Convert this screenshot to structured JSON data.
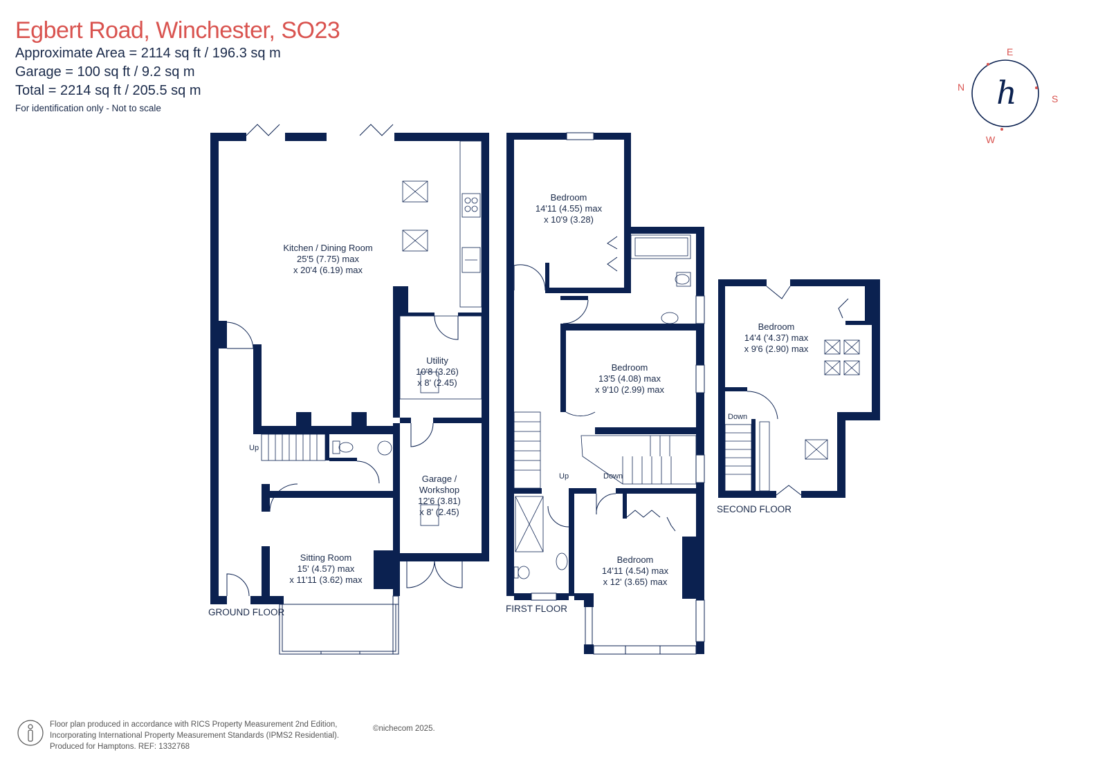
{
  "header": {
    "title": "Egbert Road, Winchester, SO23",
    "approx_area": "Approximate Area = 2114 sq ft / 196.3 sq m",
    "garage_area": "Garage = 100 sq ft / 9.2 sq m",
    "total_area": "Total = 2214 sq ft / 205.5 sq m",
    "note": "For identification only - Not to scale"
  },
  "compass": {
    "n": "N",
    "e": "E",
    "s": "S",
    "w": "W",
    "logo": "h"
  },
  "floors": {
    "ground": {
      "label": "GROUND FLOOR",
      "kitchen": {
        "name": "Kitchen / Dining Room",
        "dim1": "25'5 (7.75) max",
        "dim2": "x 20'4 (6.19) max"
      },
      "utility": {
        "name": "Utility",
        "dim1": "10'8 (3.26)",
        "dim2": "x 8' (2.45)"
      },
      "garage": {
        "name1": "Garage /",
        "name2": "Workshop",
        "dim1": "12'6 (3.81)",
        "dim2": "x 8' (2.45)"
      },
      "sitting": {
        "name": "Sitting Room",
        "dim1": "15' (4.57) max",
        "dim2": "x 11'11 (3.62) max"
      },
      "stair": "Up"
    },
    "first": {
      "label": "FIRST FLOOR",
      "bed1": {
        "name": "Bedroom",
        "dim1": "14'11 (4.55) max",
        "dim2": "x 10'9 (3.28)"
      },
      "bed2": {
        "name": "Bedroom",
        "dim1": "13'5 (4.08) max",
        "dim2": "x 9'10 (2.99) max"
      },
      "bed3": {
        "name": "Bedroom",
        "dim1": "14'11 (4.54) max",
        "dim2": "x 12' (3.65) max"
      },
      "stair_up": "Up",
      "stair_down": "Down"
    },
    "second": {
      "label": "SECOND FLOOR",
      "bed": {
        "name": "Bedroom",
        "dim1": "14'4 ('4.37) max",
        "dim2": "x 9'6 (2.90) max"
      },
      "stair": "Down"
    }
  },
  "footer": {
    "line1": "Floor plan produced in accordance with RICS Property Measurement 2nd Edition,",
    "line2": "Incorporating International Property Measurement Standards (IPMS2 Residential).",
    "line3": "Produced for Hamptons.   REF:  1332768",
    "copyright": "©nichecom 2025."
  },
  "colors": {
    "accent": "#d9534f",
    "wall": "#0b2150",
    "text": "#1a2a4a"
  }
}
